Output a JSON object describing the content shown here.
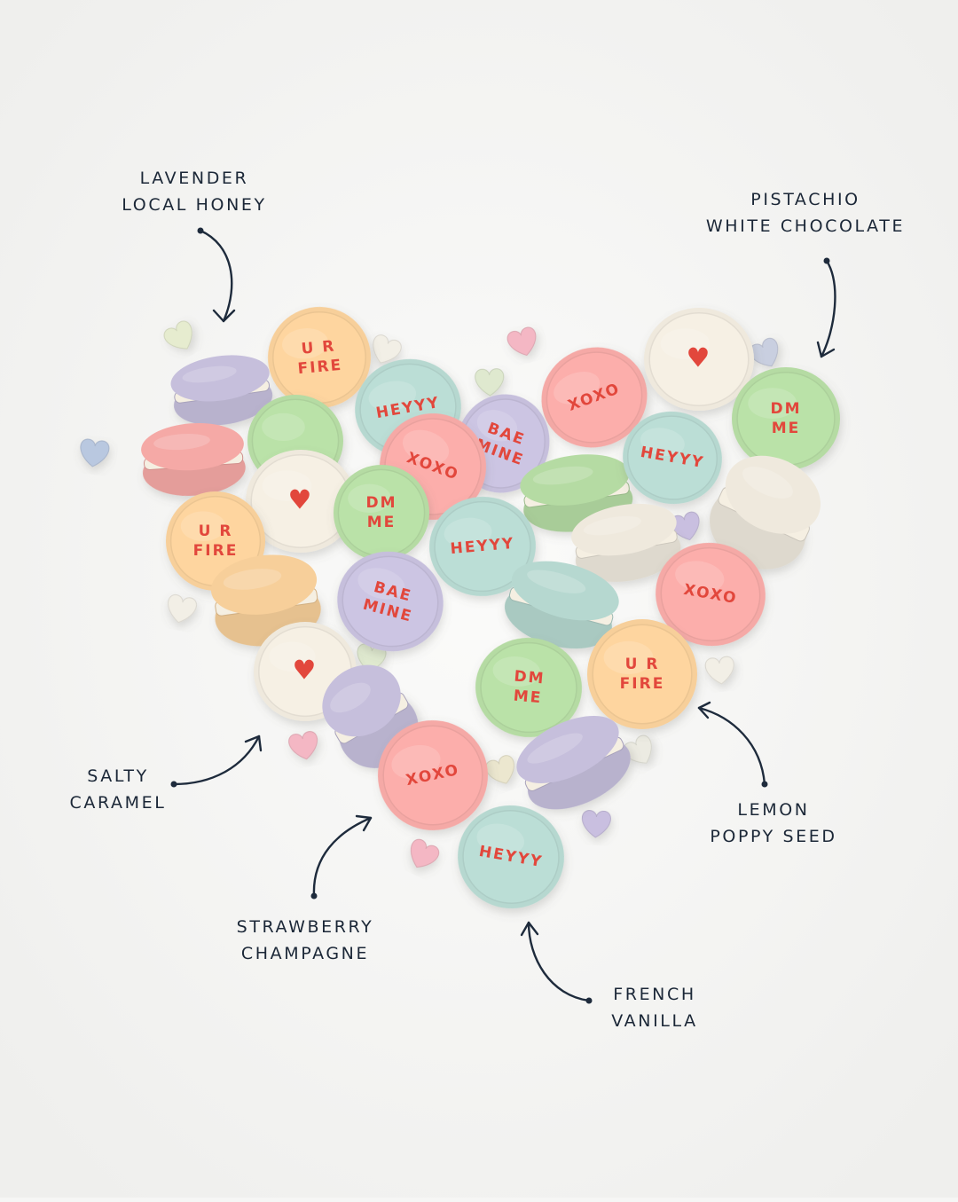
{
  "labels": [
    {
      "id": "lavender",
      "line1": "LAVENDER",
      "line2": "LOCAL HONEY"
    },
    {
      "id": "pistachio",
      "line1": "PISTACHIO",
      "line2": "WHITE CHOCOLATE"
    },
    {
      "id": "salty",
      "line1": "SALTY",
      "line2": "CARAMEL"
    },
    {
      "id": "strawberry",
      "line1": "STRAWBERRY",
      "line2": "CHAMPAGNE"
    },
    {
      "id": "lemon",
      "line1": "LEMON",
      "line2": "POPPY SEED"
    },
    {
      "id": "vanilla",
      "line1": "FRENCH",
      "line2": "VANILLA"
    }
  ],
  "colors": {
    "background": "#f6f6f5",
    "annotation_ink": "#1e2b3c",
    "message_red": "#e2473c",
    "peach": "#f7cf9a",
    "pink": "#f5a9a6",
    "mint": "#b6d8d0",
    "lavender": "#c6bfdc",
    "green": "#b5dba3",
    "cream": "#efe9dd"
  },
  "macarons": [
    {
      "msg": "U R FIRE",
      "color": "peach"
    },
    {
      "msg": "",
      "color": "lavender"
    },
    {
      "msg": "",
      "color": "pink"
    },
    {
      "msg": "HEYYY",
      "color": "mint"
    },
    {
      "msg": "",
      "color": "green"
    },
    {
      "msg": "XOXO",
      "color": "pink"
    },
    {
      "msg": "♥",
      "color": "cream"
    },
    {
      "msg": "DM ME",
      "color": "green"
    },
    {
      "msg": "♥",
      "color": "cream"
    },
    {
      "msg": "BAE MINE",
      "color": "lavender"
    },
    {
      "msg": "XOXO",
      "color": "pink"
    },
    {
      "msg": "",
      "color": "green"
    },
    {
      "msg": "HEYYY",
      "color": "mint"
    },
    {
      "msg": "U R FIRE",
      "color": "peach"
    },
    {
      "msg": "DM ME",
      "color": "green"
    },
    {
      "msg": "HEYYY",
      "color": "mint"
    },
    {
      "msg": "",
      "color": "cream"
    },
    {
      "msg": "BAE MINE",
      "color": "lavender"
    },
    {
      "msg": "",
      "color": "peach"
    },
    {
      "msg": "",
      "color": "cream"
    },
    {
      "msg": "XOXO",
      "color": "pink"
    },
    {
      "msg": "",
      "color": "mint"
    },
    {
      "msg": "♥",
      "color": "cream"
    },
    {
      "msg": "",
      "color": "lavender"
    },
    {
      "msg": "DM ME",
      "color": "green"
    },
    {
      "msg": "U R FIRE",
      "color": "peach"
    },
    {
      "msg": "XOXO",
      "color": "pink"
    },
    {
      "msg": "BAE MINE",
      "color": "lavender"
    },
    {
      "msg": "HEYYY",
      "color": "mint"
    }
  ]
}
